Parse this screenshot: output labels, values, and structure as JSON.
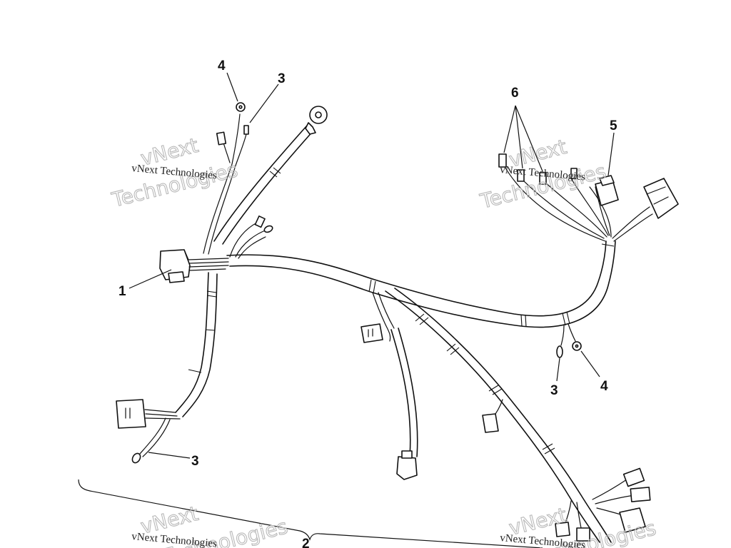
{
  "diagram": {
    "callouts": {
      "c1": "1",
      "c2": "2",
      "c3a": "3",
      "c3b": "3",
      "c3c": "3",
      "c4a": "4",
      "c4b": "4",
      "c5": "5",
      "c6": "6"
    },
    "watermark": {
      "line_small": "vNext Technologies",
      "line_big_1": "vNext",
      "line_big_2": "Technologies"
    }
  }
}
